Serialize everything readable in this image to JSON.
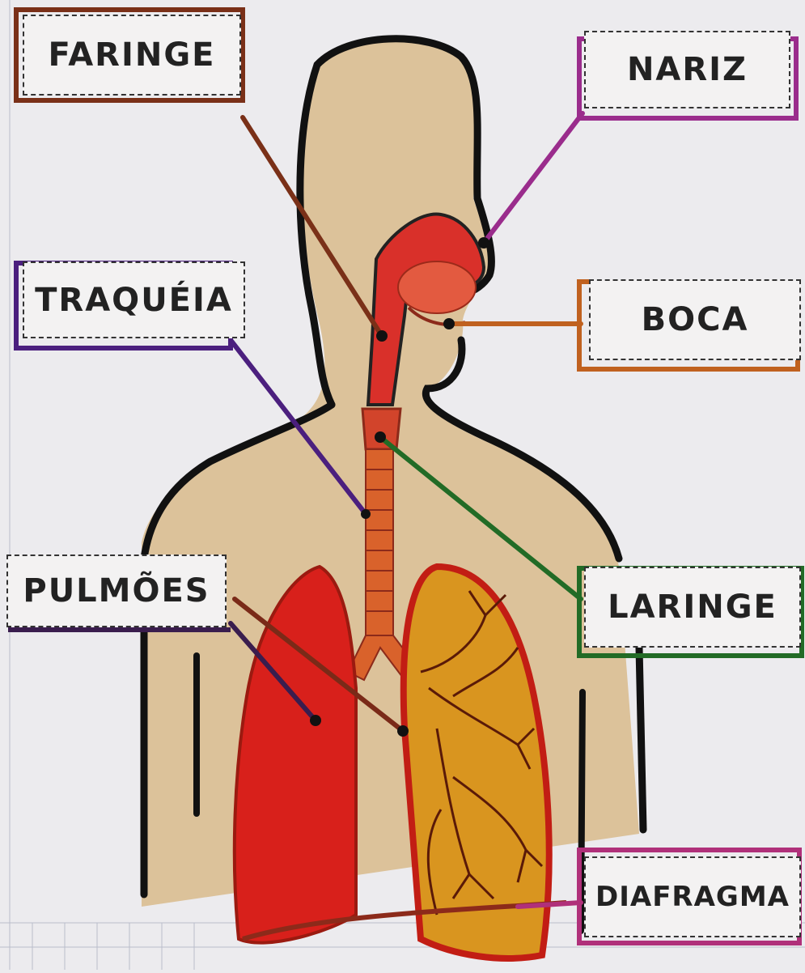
{
  "labels": {
    "faringe": "FARINGE",
    "nariz": "NARIZ",
    "traqueia": "TRAQUÉIA",
    "boca": "BOCA",
    "pulmoes": "PULMÕES",
    "laringe": "LARINGE",
    "diafragma": "DIAFRAGMA"
  },
  "colors": {
    "background": "#ecebee",
    "skin": "#dcc29a",
    "outline": "#111111",
    "lung_red": "#d8201b",
    "lung_orange": "#d9951f",
    "airway": "#d2442b",
    "mouth": "#e35a40",
    "faringe_line": "#7a3018",
    "nariz_line": "#9a2c8c",
    "traqueia_line": "#4b1f7e",
    "boca_line": "#c0611f",
    "pulmoes_line": "#3a1d4e",
    "laringe_line": "#226b26",
    "diafragma_line": "#b0307a"
  }
}
